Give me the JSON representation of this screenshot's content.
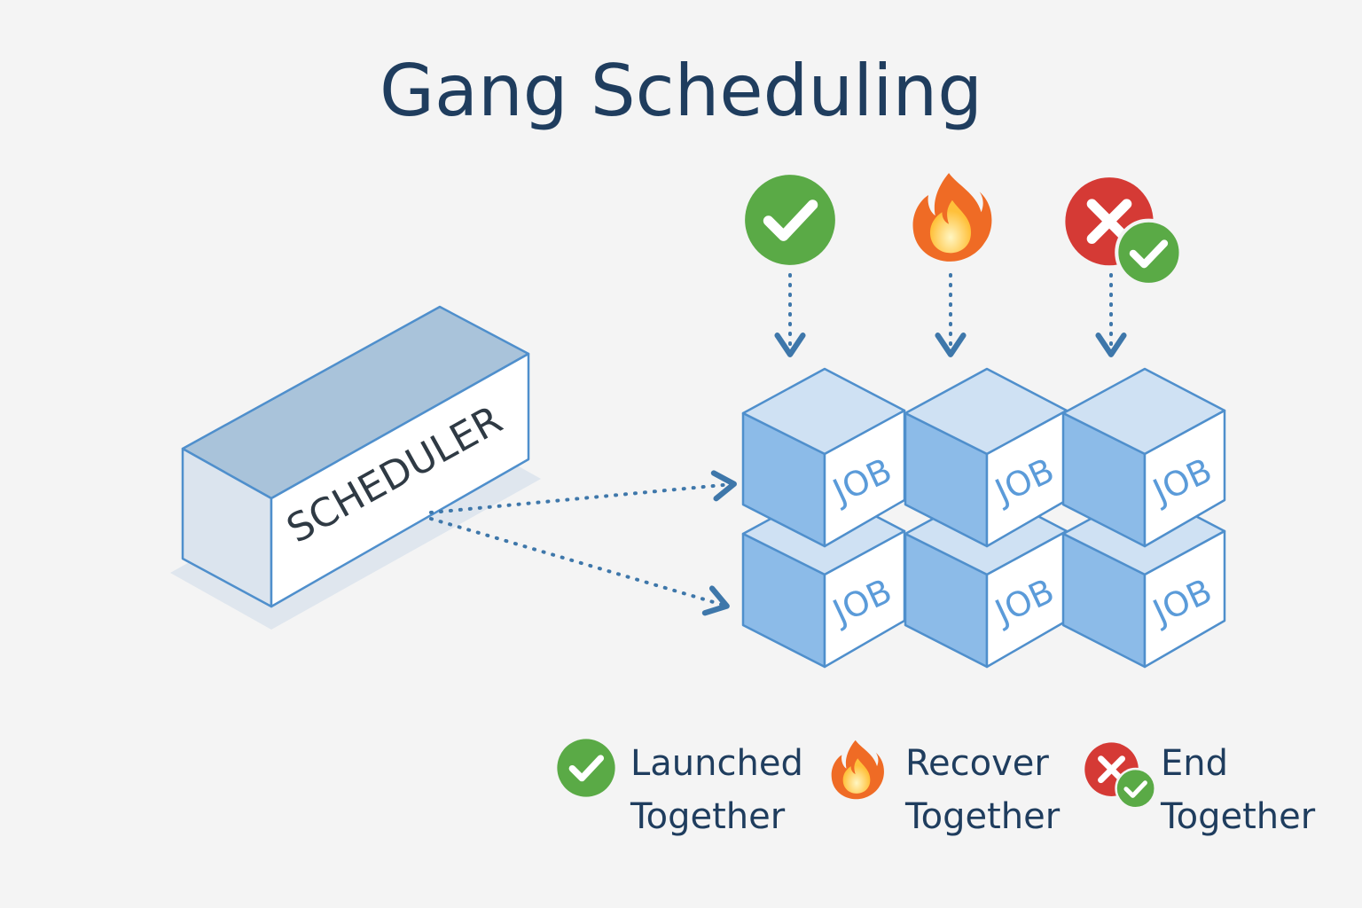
{
  "title": "Gang Scheduling",
  "scheduler": {
    "label": "SCHEDULER"
  },
  "jobs": [
    {
      "label": "JOB"
    },
    {
      "label": "JOB"
    },
    {
      "label": "JOB"
    },
    {
      "label": "JOB"
    },
    {
      "label": "JOB"
    },
    {
      "label": "JOB"
    }
  ],
  "status_icons": [
    {
      "icon": "check-circle-icon",
      "color": "#5aaa46"
    },
    {
      "icon": "fire-icon",
      "color": "#ef6b25"
    },
    {
      "icon": "x-with-check-icon",
      "color": "#d53a35"
    }
  ],
  "legend": [
    {
      "icon": "check-circle-icon",
      "line1": "Launched",
      "line2": "Together"
    },
    {
      "icon": "fire-icon",
      "line1": "Recover",
      "line2": "Together"
    },
    {
      "icon": "x-with-check-icon",
      "line1": "End",
      "line2": "Together"
    }
  ],
  "colors": {
    "title": "#1f3d5e",
    "cube_top": "#cfe1f3",
    "cube_left": "#8cbbe8",
    "cube_edge": "#4f8fcc",
    "arrow": "#3e77aa",
    "check_green": "#5aaa46",
    "error_red": "#d53a35",
    "fire_orange": "#ef6b25"
  }
}
